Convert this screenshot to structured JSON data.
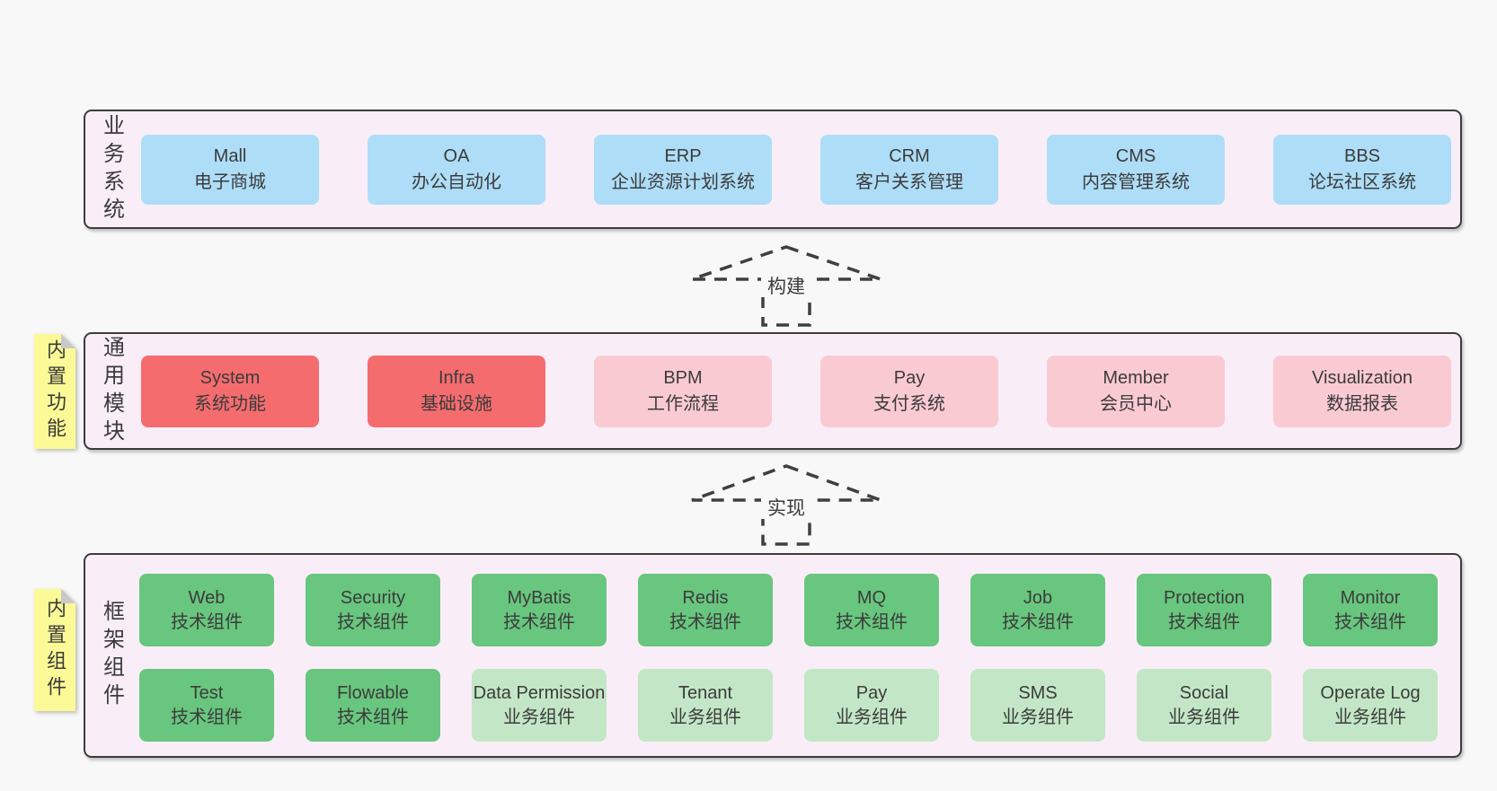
{
  "colors": {
    "page_bg": "#f8f8f8",
    "panel_bg": "#f9eef7",
    "panel_border": "#3c3c3c",
    "text": "#3b3b3b",
    "blue": "#aeddf7",
    "red": "#f56c6f",
    "pink": "#facad2",
    "green": "#68c67e",
    "light_green": "#c3e7c6",
    "note_yellow": "#fcfa96",
    "fold_gray": "#c8c8c8"
  },
  "sections": {
    "business": {
      "label": "业务系统",
      "items": [
        {
          "name": "Mall",
          "desc": "电子商城",
          "color": "blue"
        },
        {
          "name": "OA",
          "desc": "办公自动化",
          "color": "blue"
        },
        {
          "name": "ERP",
          "desc": "企业资源计划系统",
          "color": "blue"
        },
        {
          "name": "CRM",
          "desc": "客户关系管理",
          "color": "blue"
        },
        {
          "name": "CMS",
          "desc": "内容管理系统",
          "color": "blue"
        },
        {
          "name": "BBS",
          "desc": "论坛社区系统",
          "color": "blue"
        }
      ]
    },
    "modules": {
      "label": "通用模块",
      "note": "内置功能",
      "items": [
        {
          "name": "System",
          "desc": "系统功能",
          "color": "red"
        },
        {
          "name": "Infra",
          "desc": "基础设施",
          "color": "red"
        },
        {
          "name": "BPM",
          "desc": "工作流程",
          "color": "pink"
        },
        {
          "name": "Pay",
          "desc": "支付系统",
          "color": "pink"
        },
        {
          "name": "Member",
          "desc": "会员中心",
          "color": "pink"
        },
        {
          "name": "Visualization",
          "desc": "数据报表",
          "color": "pink"
        }
      ]
    },
    "components": {
      "label": "框架组件",
      "note": "内置组件",
      "rows": [
        [
          {
            "name": "Web",
            "desc": "技术组件",
            "color": "green"
          },
          {
            "name": "Security",
            "desc": "技术组件",
            "color": "green"
          },
          {
            "name": "MyBatis",
            "desc": "技术组件",
            "color": "green"
          },
          {
            "name": "Redis",
            "desc": "技术组件",
            "color": "green"
          },
          {
            "name": "MQ",
            "desc": "技术组件",
            "color": "green"
          },
          {
            "name": "Job",
            "desc": "技术组件",
            "color": "green"
          },
          {
            "name": "Protection",
            "desc": "技术组件",
            "color": "green"
          },
          {
            "name": "Monitor",
            "desc": "技术组件",
            "color": "green"
          }
        ],
        [
          {
            "name": "Test",
            "desc": "技术组件",
            "color": "green"
          },
          {
            "name": "Flowable",
            "desc": "技术组件",
            "color": "green"
          },
          {
            "name": "Data Permission",
            "desc": "业务组件",
            "color": "light_green"
          },
          {
            "name": "Tenant",
            "desc": "业务组件",
            "color": "light_green"
          },
          {
            "name": "Pay",
            "desc": "业务组件",
            "color": "light_green"
          },
          {
            "name": "SMS",
            "desc": "业务组件",
            "color": "light_green"
          },
          {
            "name": "Social",
            "desc": "业务组件",
            "color": "light_green"
          },
          {
            "name": "Operate Log",
            "desc": "业务组件",
            "color": "light_green"
          }
        ]
      ]
    },
    "arrows": [
      {
        "label": "构建"
      },
      {
        "label": "实现"
      }
    ]
  }
}
